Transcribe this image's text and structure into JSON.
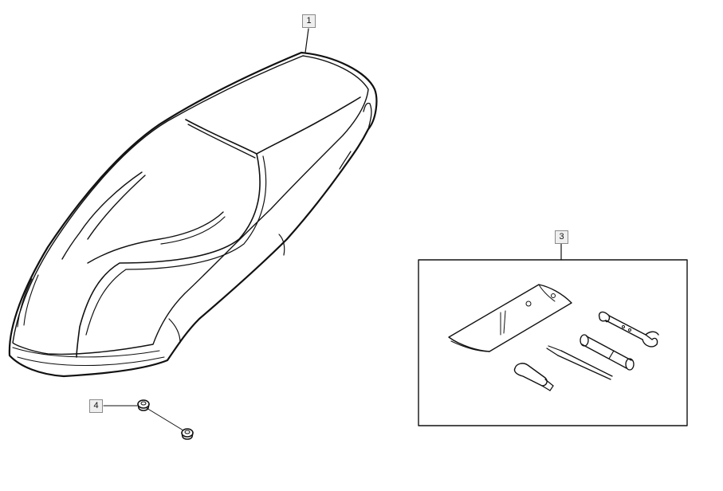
{
  "callouts": [
    {
      "id": "1",
      "label": "1"
    },
    {
      "id": "3",
      "label": "3"
    },
    {
      "id": "4",
      "label": "4"
    }
  ],
  "colors": {
    "line": "#111111",
    "callout_border": "#8a8a8a",
    "callout_fill": "#efefef",
    "background": "#ffffff"
  },
  "parts": [
    {
      "callout": "1",
      "icon": "seat-icon"
    },
    {
      "callout": "3",
      "icon": "tool-kit-icon"
    },
    {
      "callout": "4",
      "icon": "rubber-bumper-icon"
    }
  ]
}
